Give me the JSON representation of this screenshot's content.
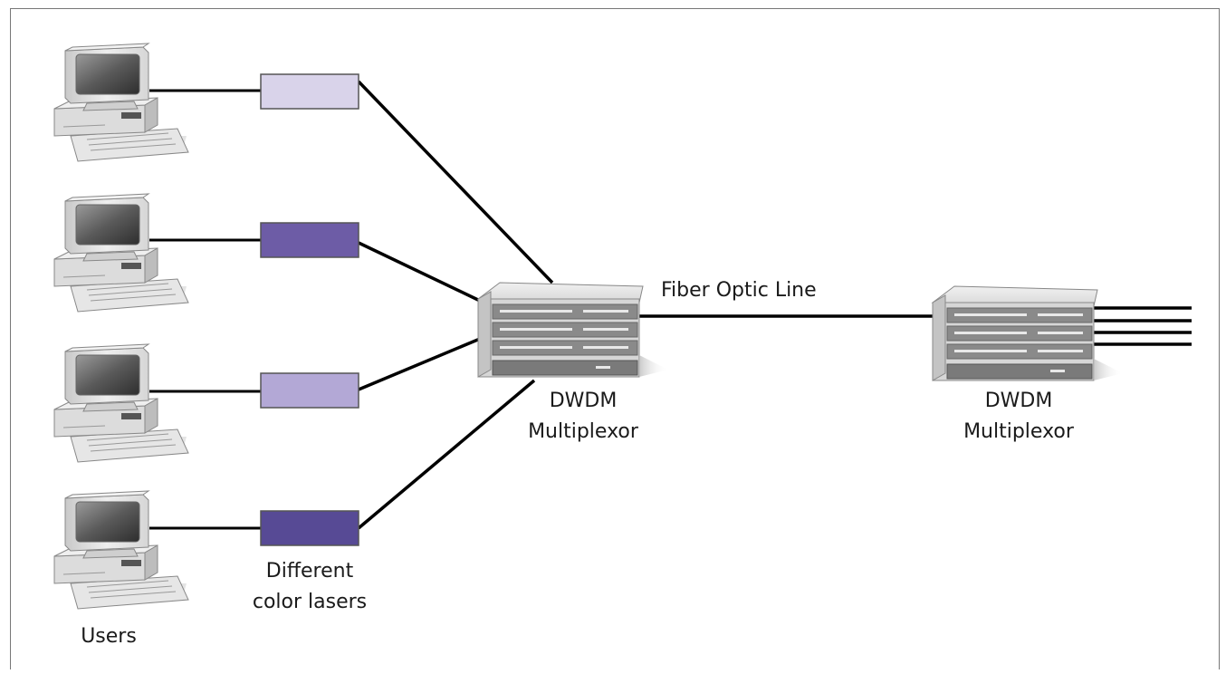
{
  "diagram": {
    "users_label": "Users",
    "lasers_label_line1": "Different",
    "lasers_label_line2": "color lasers",
    "fiber_label": "Fiber Optic Line",
    "mux_left_line1": "DWDM",
    "mux_left_line2": "Multiplexor",
    "mux_right_line1": "DWDM",
    "mux_right_line2": "Multiplexor",
    "laser_colors": [
      "#d9d3ea",
      "#6d5ca6",
      "#b3a8d6",
      "#574a95"
    ],
    "user_count": 4,
    "output_line_count": 4
  }
}
